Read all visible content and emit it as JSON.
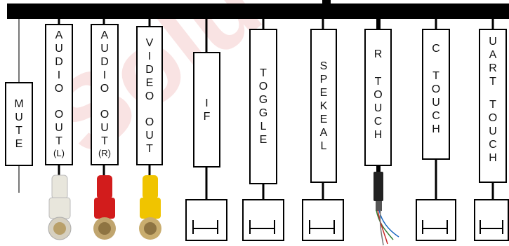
{
  "labels": {
    "mute": "MUTE",
    "audio_out_l": "AUDIO",
    "audio_out_l_2": "OUT",
    "audio_out_l_tag": "(L)",
    "audio_out_r": "AUDIO",
    "audio_out_r_2": "OUT",
    "audio_out_r_tag": "(R)",
    "video_out": "VIDEO",
    "video_out_2": "OUT",
    "if": "IF",
    "toggle": "TOGGLE",
    "spekeal": "SPEKEAL",
    "r_touch": "R",
    "r_touch_2": "TOUCH",
    "c_touch": "C",
    "c_touch_2": "TOUCH",
    "uart_touch": "UART",
    "uart_touch_2": "TOUCH"
  },
  "colors": {
    "bus": "#000000",
    "rca_white": "#e8e6dc",
    "rca_red": "#d21c1c",
    "rca_yellow": "#f0c400",
    "rca_metal": "#b9a06a",
    "watermark": "#d22828"
  },
  "icons": {
    "switch": "switch-terminal-icon",
    "rca": "rca-plug-icon",
    "wire": "wire-bundle-icon"
  }
}
